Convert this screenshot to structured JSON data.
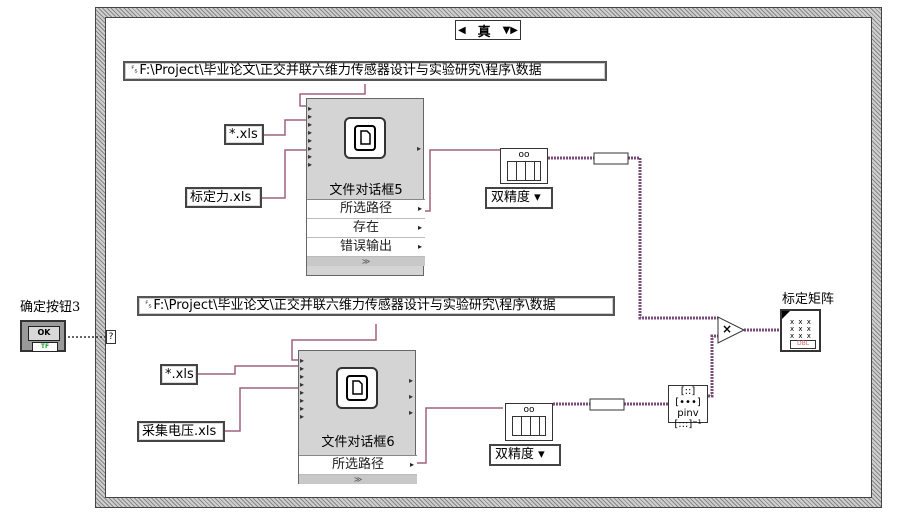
{
  "case_selector": {
    "value": "真"
  },
  "top": {
    "path_const": "F:\\Project\\毕业论文\\正交并联六维力传感器设计与实验研究\\程序\\数据",
    "pattern_const": "*.xls",
    "default_name_const": "标定力.xls",
    "dialog_node": {
      "title": "文件对话框5",
      "rows": [
        "所选路径",
        "存在",
        "错误输出"
      ]
    },
    "type_dropdown": "双精度"
  },
  "bottom": {
    "path_const": "F:\\Project\\毕业论文\\正交并联六维力传感器设计与实验研究\\程序\\数据",
    "pattern_const": "*.xls",
    "default_name_const": "采集电压.xls",
    "dialog_node": {
      "title": "文件对话框6",
      "rows": [
        "所选路径"
      ]
    },
    "type_dropdown": "双精度"
  },
  "ok_button": {
    "label": "确定按钮3",
    "caption": "OK",
    "tf": "TF"
  },
  "selector_terminal": "?",
  "pinv_node": {
    "line1": "[::] [•••]",
    "line2": "pinv",
    "line3": "[:::]⁻¹"
  },
  "multiply_symbol": "×",
  "result_indicator": {
    "label": "标定矩阵",
    "type_tag": "DBL"
  },
  "colors": {
    "string_wire": "#a0607f",
    "array_wire": "#7a4a7a",
    "frame": "#cfcfcf"
  }
}
